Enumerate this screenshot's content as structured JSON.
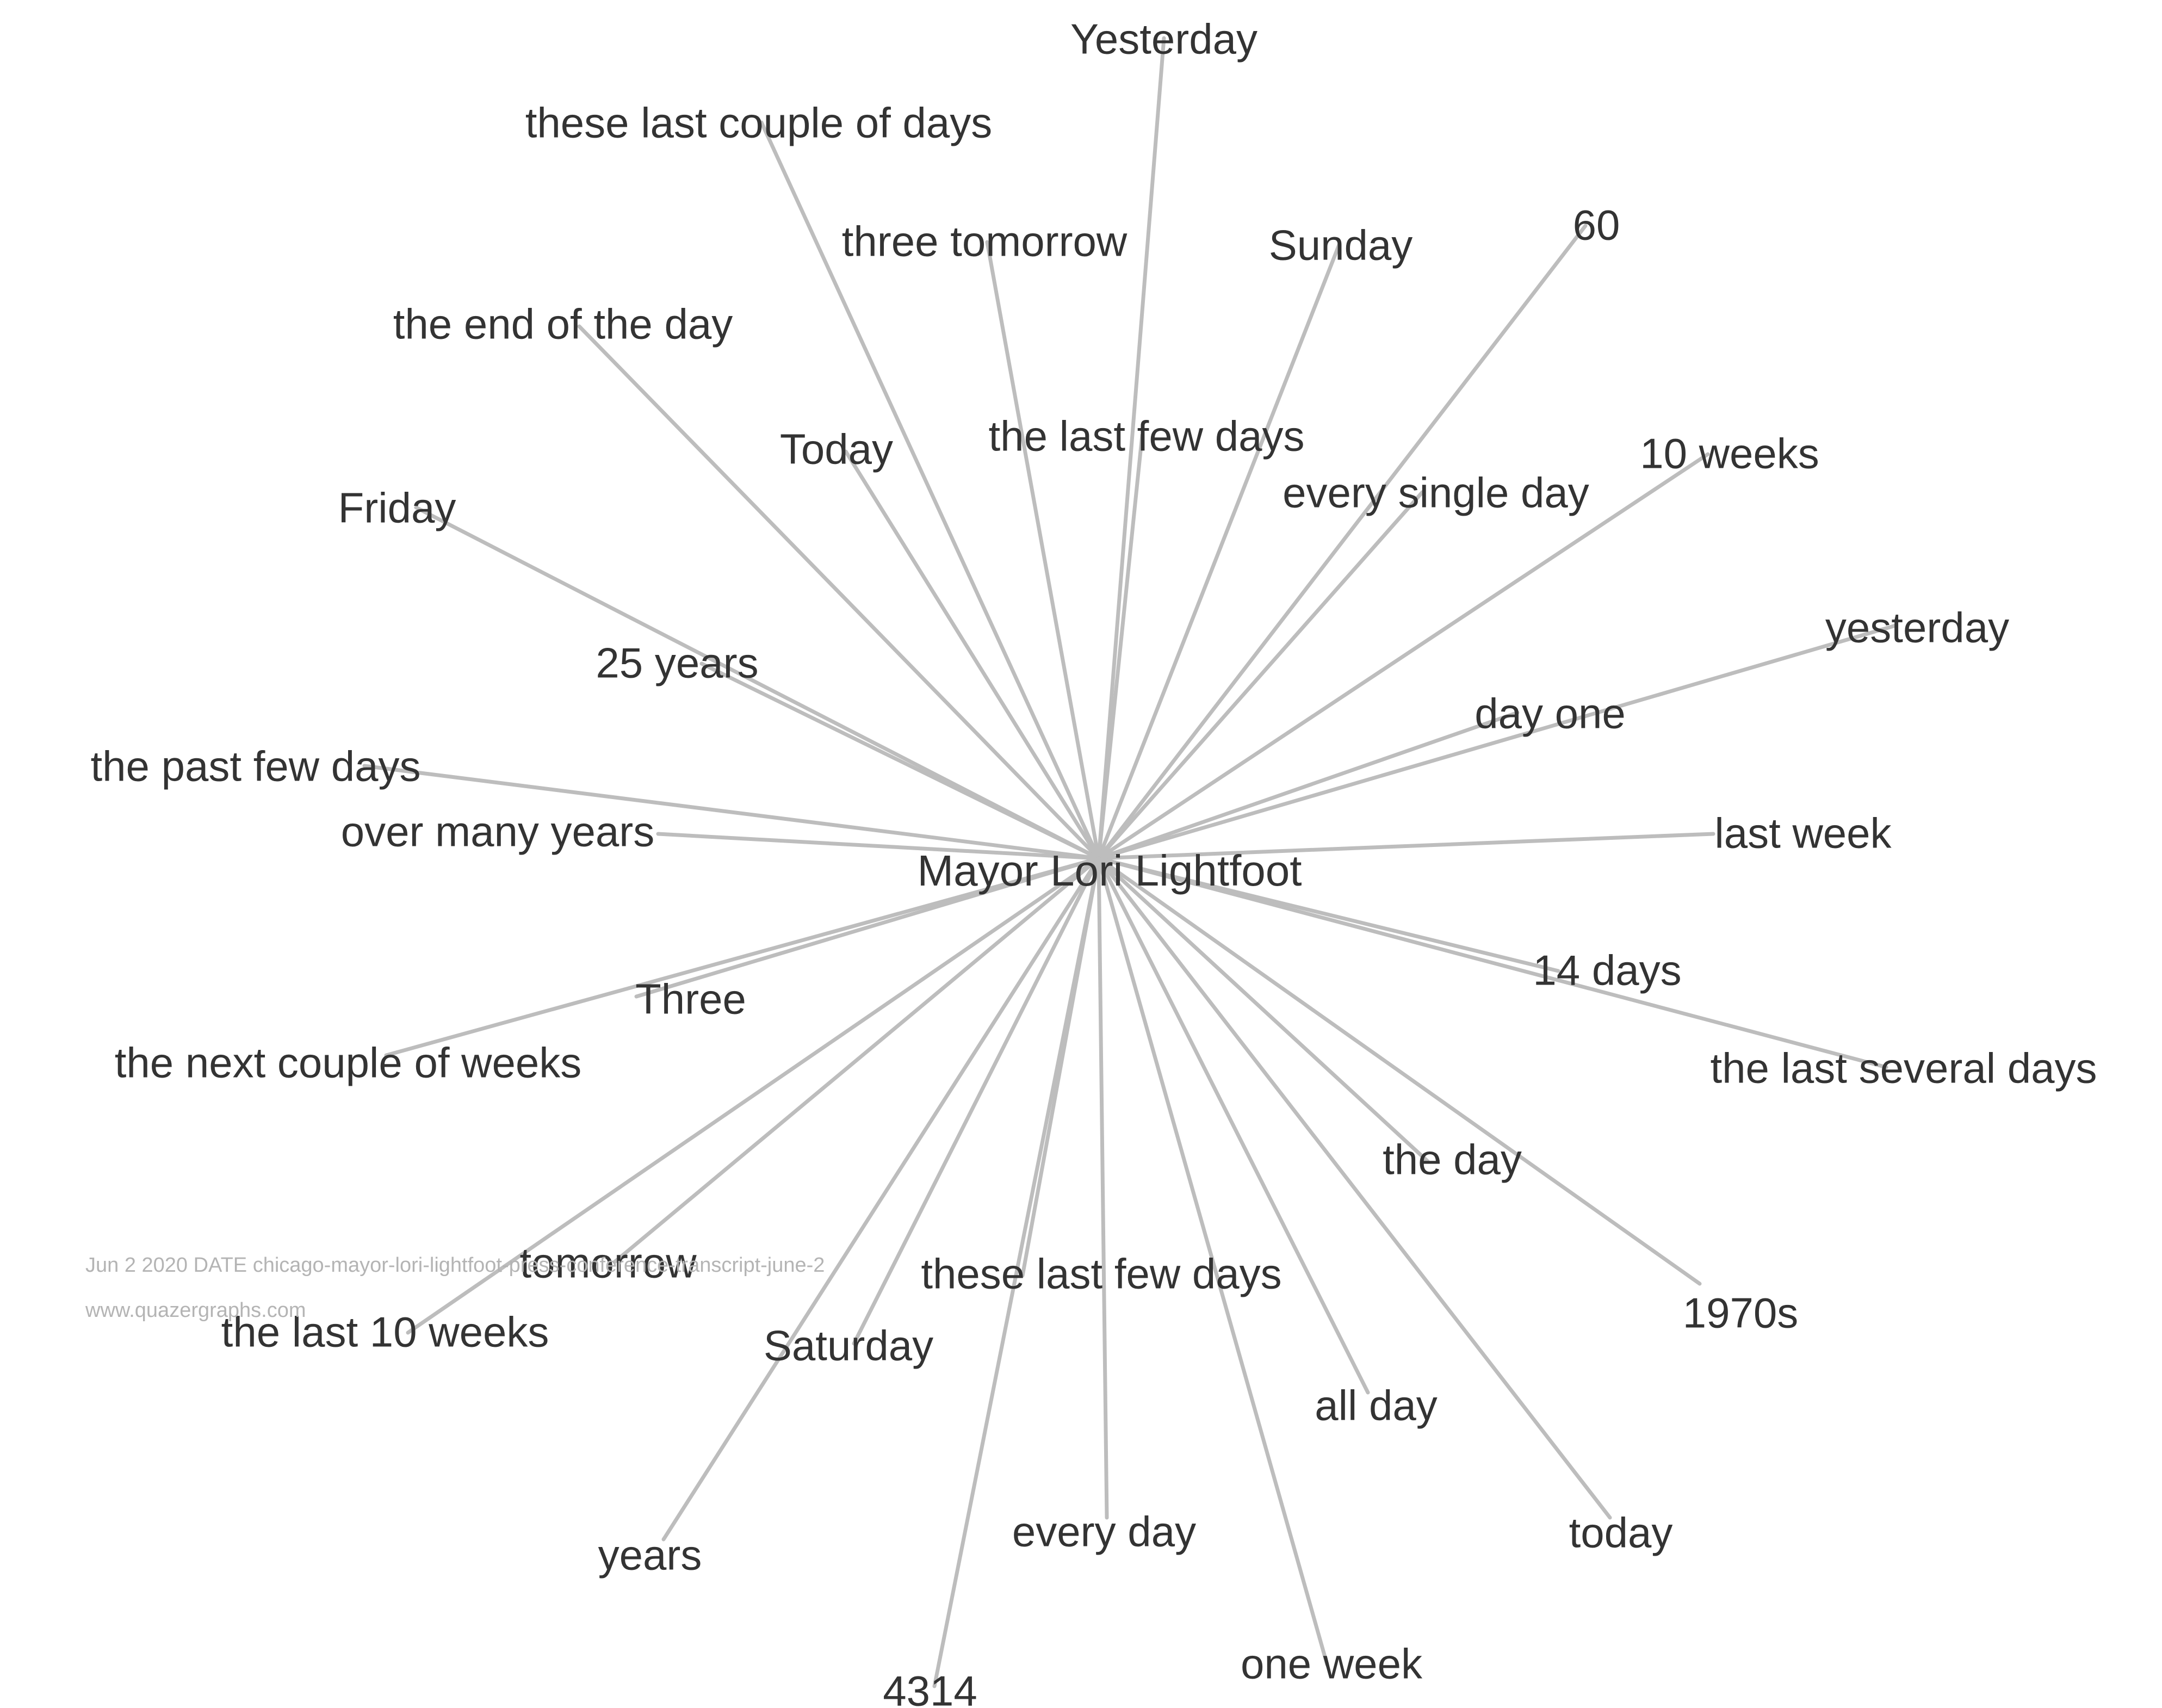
{
  "center": {
    "label": "Mayor Lori Lightfoot"
  },
  "nodes": [
    {
      "label": "Yesterday"
    },
    {
      "label": "these last couple of days"
    },
    {
      "label": "three tomorrow"
    },
    {
      "label": "Sunday"
    },
    {
      "label": "60"
    },
    {
      "label": "the end of the day"
    },
    {
      "label": "Today"
    },
    {
      "label": "the last few days"
    },
    {
      "label": "every single day"
    },
    {
      "label": "10 weeks"
    },
    {
      "label": "Friday"
    },
    {
      "label": "yesterday"
    },
    {
      "label": "25 years"
    },
    {
      "label": "day one"
    },
    {
      "label": "the past few days"
    },
    {
      "label": "over many years"
    },
    {
      "label": "last week"
    },
    {
      "label": "14 days"
    },
    {
      "label": "Three"
    },
    {
      "label": "the next couple of weeks"
    },
    {
      "label": "the last several days"
    },
    {
      "label": "the day"
    },
    {
      "label": "tomorrow"
    },
    {
      "label": "these last few days"
    },
    {
      "label": "1970s"
    },
    {
      "label": "the last 10 weeks"
    },
    {
      "label": "Saturday"
    },
    {
      "label": "all day"
    },
    {
      "label": "years"
    },
    {
      "label": "every day"
    },
    {
      "label": "today"
    },
    {
      "label": "one week"
    },
    {
      "label": "4314"
    }
  ],
  "footer": {
    "line1": "Jun 2 2020 DATE chicago-mayor-lori-lightfoot-press-conference-transcript-june-2",
    "line2": "www.quazergraphs.com"
  },
  "colors": {
    "edge": "#bdbdbd",
    "text": "#333333",
    "footer": "#b4b4b4",
    "background": "#ffffff"
  }
}
